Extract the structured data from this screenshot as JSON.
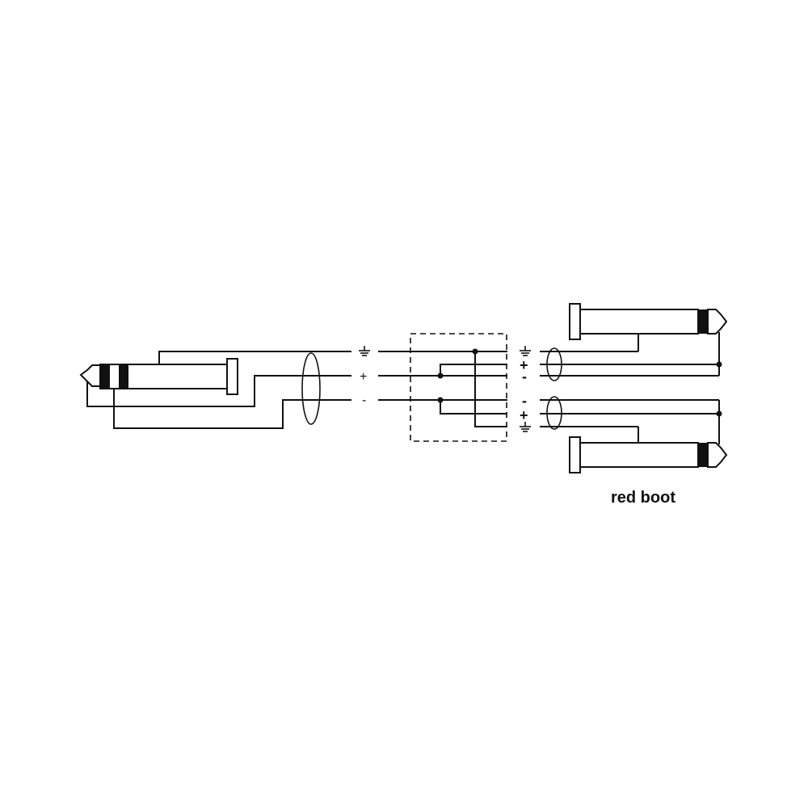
{
  "diagram": {
    "type": "cable wiring schematic",
    "caption": "red boot",
    "left_connector": {
      "name": "stereo jack plug (TRS)"
    },
    "right_connectors": [
      {
        "name": "mono jack plug (TS) upper"
      },
      {
        "name": "mono jack plug (TS) lower",
        "label": "red boot"
      }
    ],
    "cable_labels": {
      "ground": "⏚",
      "plus": "+",
      "minus": "-"
    },
    "split_labels": {
      "upper": [
        "⏚",
        "+",
        "-"
      ],
      "lower": [
        "-",
        "+",
        "⏚"
      ]
    }
  }
}
